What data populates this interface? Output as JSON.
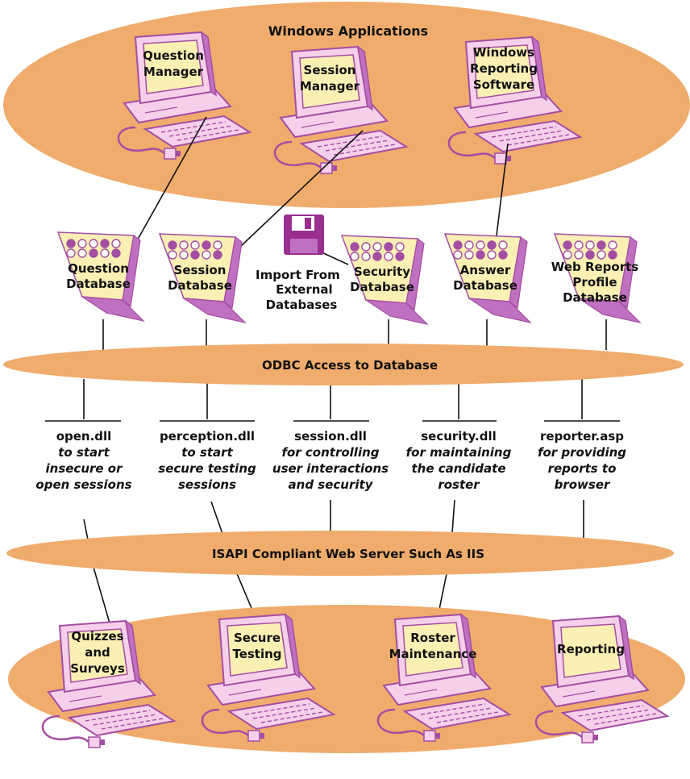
{
  "colors": {
    "ellipse": "#efac6c",
    "monitor_body": "#f6d0ea",
    "monitor_outline": "#a44ea3",
    "screen": "#fbf0b4",
    "db_body": "#fbf0b4",
    "db_dark": "#c070c0",
    "db_dots_filled": "#a44ea3",
    "floppy": "#9a2f91"
  },
  "top_group": {
    "title": "Windows Applications",
    "computers": [
      {
        "lines": [
          "Question",
          "Manager"
        ]
      },
      {
        "lines": [
          "Session",
          "Manager"
        ]
      },
      {
        "lines": [
          "Windows",
          "Reporting",
          "Software"
        ]
      }
    ]
  },
  "databases": [
    {
      "lines": [
        "Question",
        "Database"
      ]
    },
    {
      "lines": [
        "Session",
        "Database"
      ]
    },
    {
      "lines": [
        "Security",
        "Database"
      ]
    },
    {
      "lines": [
        "Answer",
        "Database"
      ]
    },
    {
      "lines": [
        "Web Reports",
        "Profile",
        "Database"
      ]
    }
  ],
  "import": {
    "icon": "floppy-disk-icon",
    "lines": [
      "Import From",
      "External",
      "Databases"
    ]
  },
  "odbc": {
    "label": "ODBC Access to Database"
  },
  "components": [
    {
      "name": "open.dll",
      "desc": [
        "to start",
        "insecure or",
        "open sessions"
      ]
    },
    {
      "name": "perception.dll",
      "desc": [
        "to start",
        "secure testing",
        "sessions"
      ]
    },
    {
      "name": "session.dll",
      "desc": [
        "for controlling",
        "user interactions",
        "and security"
      ]
    },
    {
      "name": "security.dll",
      "desc": [
        "for maintaining",
        "the candidate",
        "roster"
      ]
    },
    {
      "name": "reporter.asp",
      "desc": [
        "for providing",
        "reports to",
        "browser"
      ]
    }
  ],
  "web_server": {
    "label": "ISAPI Compliant Web Server Such As IIS"
  },
  "bottom_group": {
    "computers": [
      {
        "lines": [
          "Quizzes",
          "and",
          "Surveys"
        ]
      },
      {
        "lines": [
          "Secure",
          "Testing"
        ]
      },
      {
        "lines": [
          "Roster",
          "Maintenance"
        ]
      },
      {
        "lines": [
          "Reporting"
        ]
      }
    ]
  }
}
